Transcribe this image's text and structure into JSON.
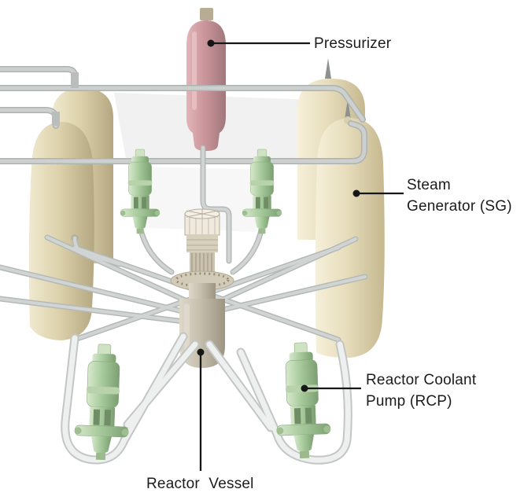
{
  "figure": {
    "labels": {
      "pressurizer": {
        "text": "Pressurizer"
      },
      "steam_generator": {
        "line1": "Steam",
        "line2": "Generator (SG)"
      },
      "reactor_coolant_pump": {
        "line1": "Reactor Coolant",
        "line2": "Pump (RCP)"
      },
      "reactor_vessel": {
        "text": "Reactor Vessel"
      }
    },
    "colors": {
      "background": "#ffffff",
      "pressurizer": "#cb969b",
      "steam_generator": "#ded3ae",
      "reactor_coolant_pump": "#a8cb9d",
      "reactor_vessel": "#c6bead",
      "pipes": "#c6cac9",
      "foreground_pipes": "#edf0ef",
      "leader_line": "#161616",
      "label_text": "#1c1c1c"
    }
  }
}
